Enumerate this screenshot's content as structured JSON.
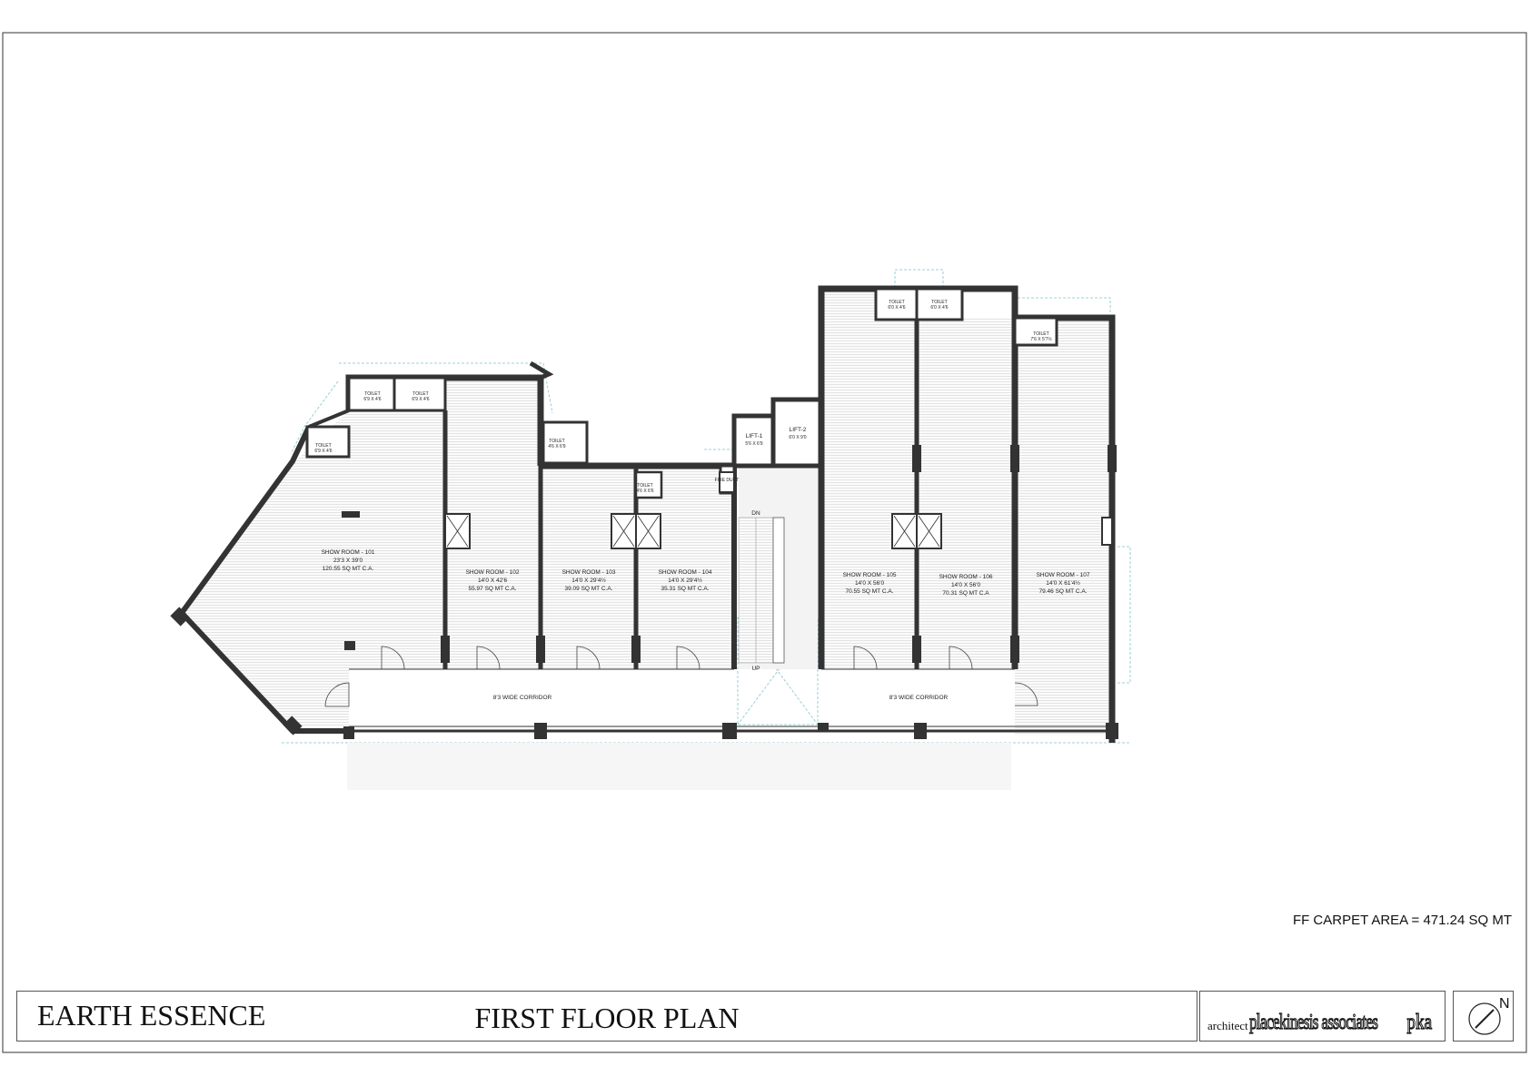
{
  "plan": {
    "carpet_area": "FF CARPET AREA = 471.24 SQ MT",
    "stair_dn": "DN",
    "stair_up": "UP",
    "corridor_left": "8'3  WIDE CORRIDOR",
    "corridor_right": "8'3  WIDE CORRIDOR",
    "fire_duct": "FIRE DUCT",
    "lifts": [
      {
        "name": "LIFT-1",
        "size": "5'6 X 6'9"
      },
      {
        "name": "LIFT-2",
        "size": "6'0 X 9'0"
      }
    ],
    "toilets": [
      {
        "name": "TOILET",
        "size": "6'9 X 4'6"
      },
      {
        "name": "TOILET",
        "size": "6'9 X 4'6"
      },
      {
        "name": "TOILET",
        "size": "6'9 X 4'6"
      },
      {
        "name": "TOILET",
        "size": "4'6 X 6'9"
      },
      {
        "name": "TOILET",
        "size": "4'6 X 6'6"
      },
      {
        "name": "TOILET",
        "size": "6'0 X 4'6"
      },
      {
        "name": "TOILET",
        "size": "6'0 X 4'6"
      },
      {
        "name": "TOILET",
        "size": "7'6 X 5'7½"
      }
    ],
    "showrooms": [
      {
        "name": "SHOW ROOM - 101",
        "size": "23'3 X 39'0",
        "area": "120.55 SQ MT C.A."
      },
      {
        "name": "SHOW ROOM - 102",
        "size": "14'0 X 42'6",
        "area": "55.97 SQ MT C.A."
      },
      {
        "name": "SHOW ROOM - 103",
        "size": "14'0 X 29'4½",
        "area": "39.09 SQ MT C.A."
      },
      {
        "name": "SHOW ROOM - 104",
        "size": "14'0 X 29'4½",
        "area": "35.31 SQ MT C.A."
      },
      {
        "name": "SHOW ROOM - 105",
        "size": "14'0 X 56'0",
        "area": "70.55 SQ MT C.A."
      },
      {
        "name": "SHOW ROOM - 106",
        "size": "14'0 X 56'0",
        "area": "70.31 SQ MT C.A"
      },
      {
        "name": "SHOW ROOM - 107",
        "size": "14'0 X 61'4½",
        "area": "79.46 SQ MT C.A."
      }
    ]
  },
  "title_block": {
    "project": "EARTH ESSENCE",
    "drawing_title": "FIRST  FLOOR PLAN",
    "architect_label": "architect",
    "architect_name": "placekinesis associates",
    "architect_logo": "pka",
    "north_label": "N"
  },
  "colors": {
    "wall": "#333333",
    "line": "#444444",
    "hatch": "#d6d6d6",
    "dashed": "#7fc4cc"
  }
}
